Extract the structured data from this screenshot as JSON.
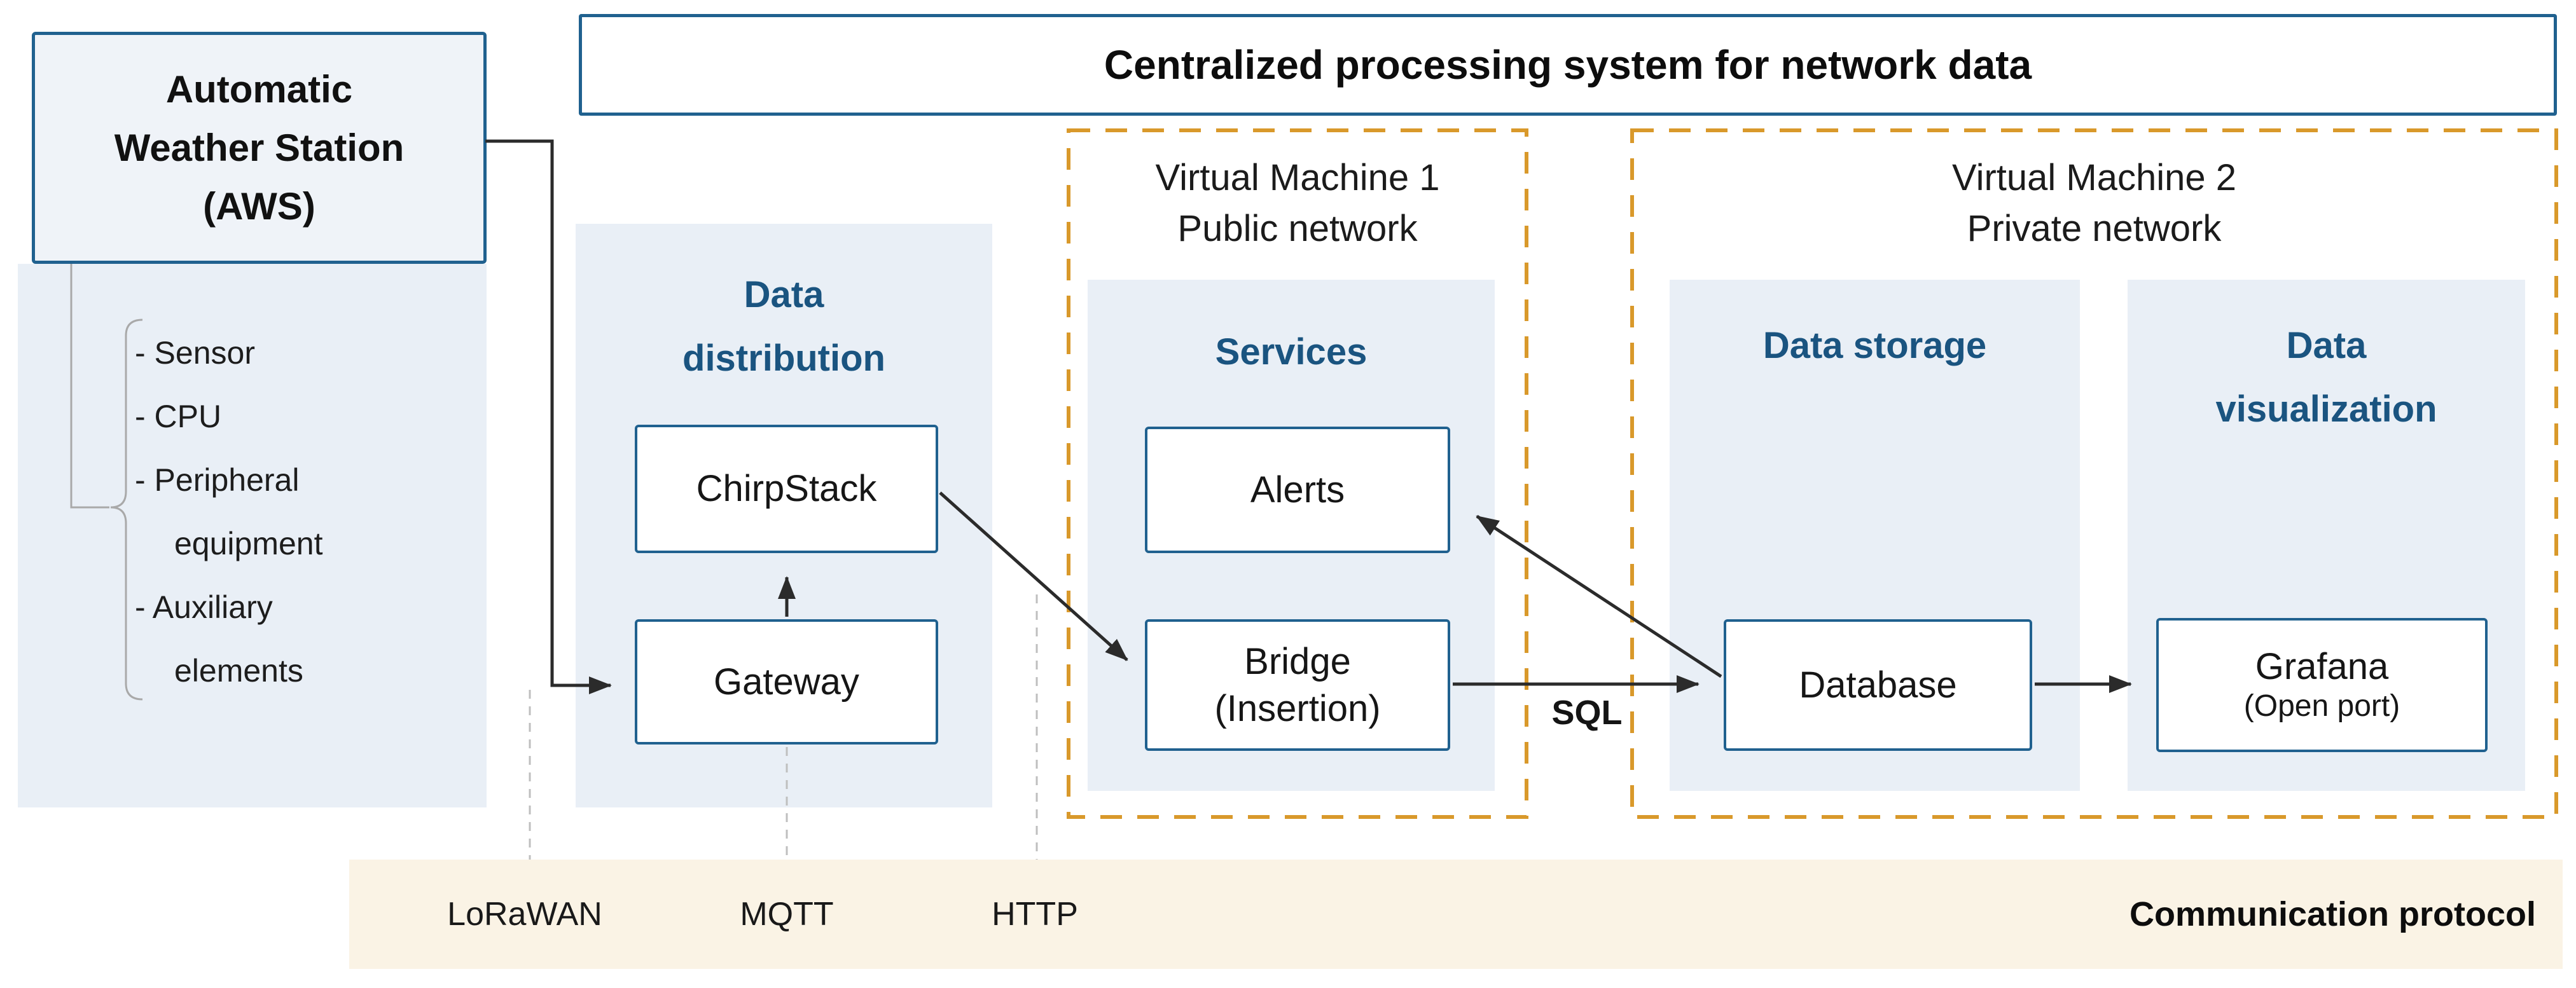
{
  "aws": {
    "title_lines": [
      "Automatic",
      "Weather Station",
      "(AWS)"
    ],
    "components": [
      "- Sensor",
      "- CPU",
      "- Peripheral equipment",
      "- Auxiliary elements"
    ]
  },
  "header": {
    "title": "Centralized processing system for network data"
  },
  "sections": {
    "data_distribution": {
      "heading": "Data distribution",
      "nodes": {
        "chirpstack": "ChirpStack",
        "gateway": "Gateway"
      }
    },
    "services": {
      "heading": "Services",
      "nodes": {
        "alerts": "Alerts",
        "bridge": "Bridge (Insertion)"
      }
    },
    "data_storage": {
      "heading": "Data storage",
      "nodes": {
        "database": "Database"
      }
    },
    "data_visualization": {
      "heading": "Data visualization",
      "nodes": {
        "grafana": "Grafana",
        "grafana_note": "(Open port)"
      }
    }
  },
  "virtual_machines": {
    "vm1": {
      "line1": "Virtual Machine 1",
      "line2": "Public network"
    },
    "vm2": {
      "line1": "Virtual Machine 2",
      "line2": "Private network"
    }
  },
  "edge_labels": {
    "sql": "SQL"
  },
  "protocol_bar": {
    "items": [
      "LoRaWAN",
      "MQTT",
      "HTTP"
    ],
    "title": "Communication protocol"
  },
  "colors": {
    "box_border_blue": "#20618f",
    "panel_light_blue": "#e9eff6",
    "aws_fill": "#eff3f8",
    "heading_blue": "#1a5480",
    "vm_dashed_orange": "#d9992b",
    "protocol_bar_cream": "#faf3e5",
    "arrow_dark": "#2b2b2b",
    "guide_gray": "#bfbfbf",
    "bracket_gray": "#a9a9a9"
  }
}
